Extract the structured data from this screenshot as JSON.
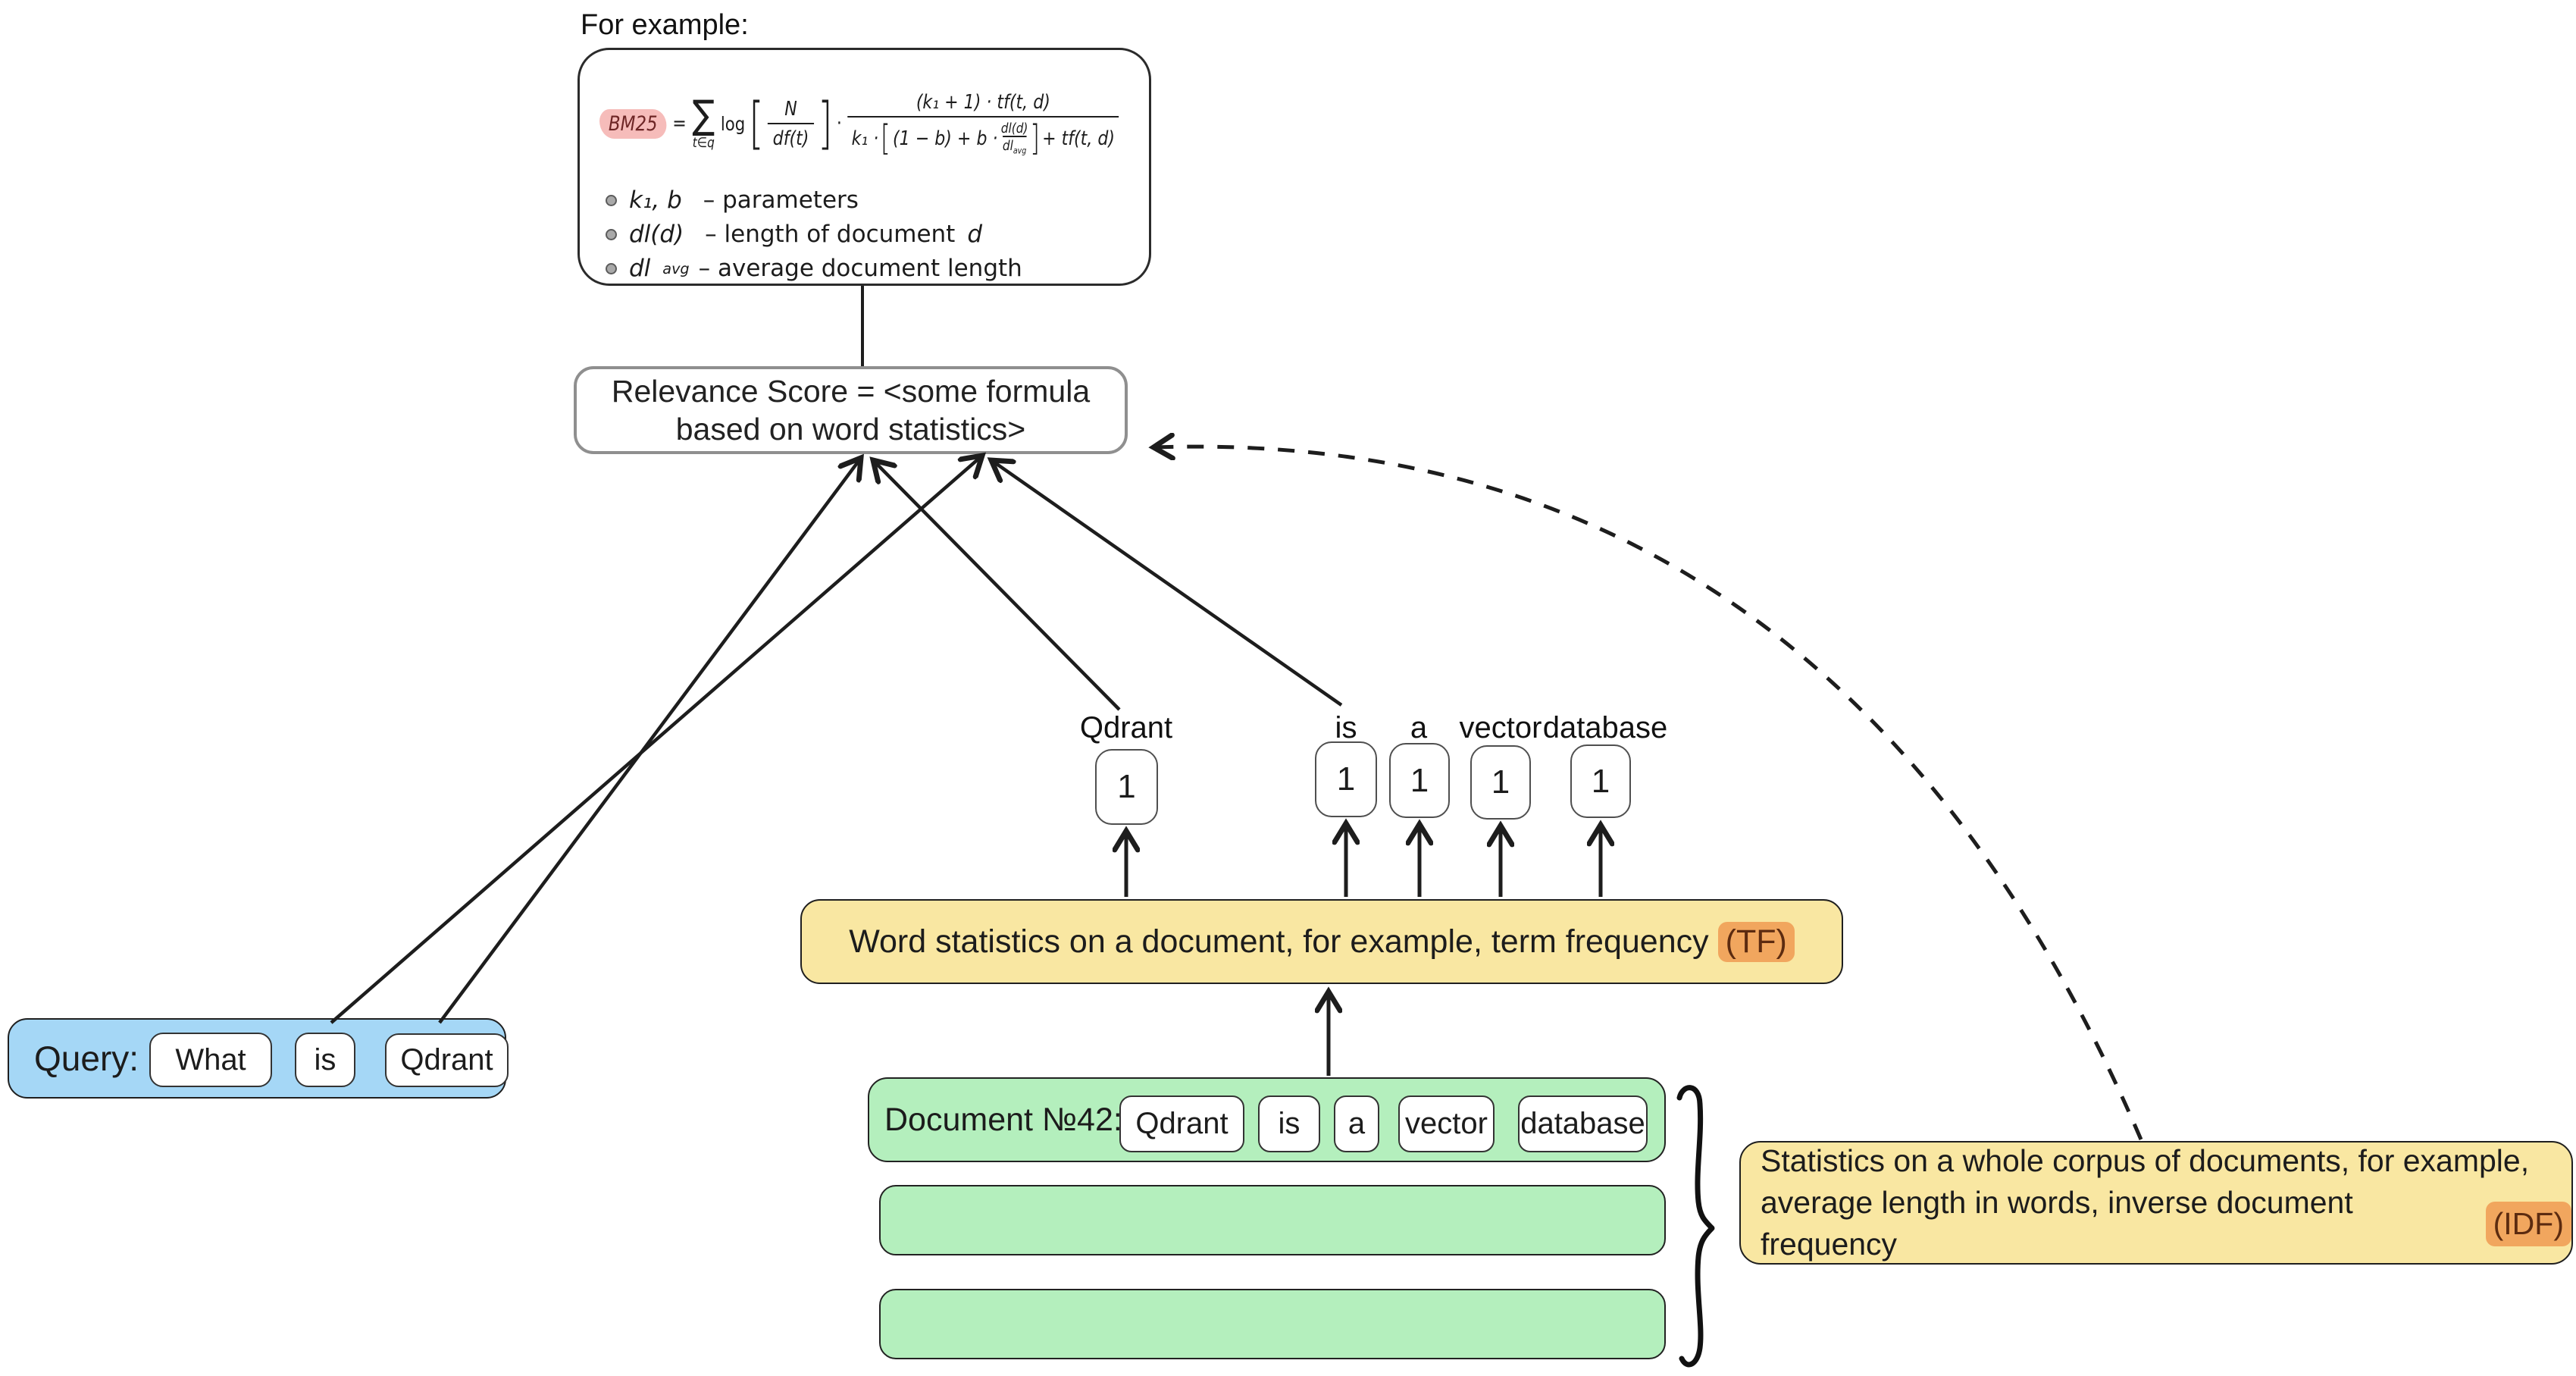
{
  "page": {
    "note": "For example:"
  },
  "formula_card": {
    "lhs": "BM25",
    "eq": "=",
    "sigma": "∑",
    "sigma_sub": "t∈q",
    "log": "log",
    "lbracket": "[",
    "rbracket": "]",
    "frac1": {
      "num": "N",
      "den": "df(t)"
    },
    "cdot": "·",
    "frac2": {
      "num": "(k₁ + 1) · tf(t, d)",
      "den_k": "k₁ ·",
      "den_lb": "[",
      "den_mid": "(1 − b) + b ·",
      "den_frac": {
        "num": "dl(d)",
        "den_base": "dl",
        "den_sub": "avg"
      },
      "den_rb": "]",
      "den_post": "+ tf(t, d)"
    },
    "bullets": [
      {
        "math": "k₁, b",
        "math_sub": "",
        "text": "– parameters",
        "math2": ""
      },
      {
        "math": "dl(d)",
        "math_sub": "",
        "text": "– length of document",
        "math2": "d"
      },
      {
        "math": "dl",
        "math_sub": "avg",
        "text": "– average document length",
        "math2": ""
      }
    ]
  },
  "relevance_box": {
    "line1": "Relevance Score = <some formula",
    "line2": "based on word statistics>"
  },
  "word_stats": {
    "items": [
      {
        "label": "Qdrant",
        "count": "1"
      },
      {
        "label": "is",
        "count": "1"
      },
      {
        "label": "a",
        "count": "1"
      },
      {
        "label": "vector",
        "count": "1"
      },
      {
        "label": "database",
        "count": "1"
      }
    ]
  },
  "tf_box": {
    "text": "Word statistics on a document, for example, term frequency",
    "highlight": "(TF)"
  },
  "query": {
    "label": "Query:",
    "tokens": [
      "What",
      "is",
      "Qdrant"
    ]
  },
  "document": {
    "label": "Document №42:",
    "tokens": [
      "Qdrant",
      "is",
      "a",
      "vector",
      "database"
    ]
  },
  "idf_box": {
    "line1": "Statistics on a whole corpus of documents, for example,",
    "line2": "average length in words, inverse document frequency",
    "highlight": "(IDF)"
  },
  "colors": {
    "yellow_fill": "#f9e7a2",
    "green_fill": "#b4efbd",
    "blue_fill": "#a5d7f6",
    "pink_highlight": "#f6bcba",
    "orange_highlight": "#f1a65e",
    "bm25_text": "#6e2626",
    "relevance_border": "#8f8f8f",
    "stroke": "#1d1d1d"
  }
}
